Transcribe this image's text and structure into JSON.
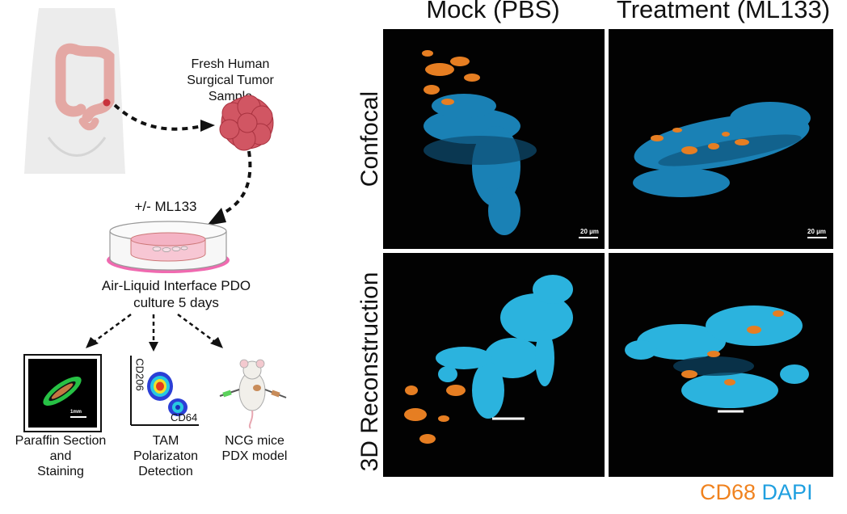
{
  "workflow": {
    "sample_label_line1": "Fresh Human",
    "sample_label_line2": "Surgical Tumor Sample",
    "treatment_label": "+/- ML133",
    "culture_label_line1": "Air-Liquid Interface PDO",
    "culture_label_line2": "culture 5 days",
    "outputs": [
      {
        "line1": "Paraffin Section",
        "line2": "and",
        "line3": "Staining",
        "scale": "1mm"
      },
      {
        "line1": "TAM",
        "line2": "Polarizaton",
        "line3": "Detection",
        "y_axis": "CD206",
        "x_axis": "CD64"
      },
      {
        "line1": "NCG mice",
        "line2": "PDX model"
      }
    ]
  },
  "grid": {
    "columns": [
      "Mock (PBS)",
      "Treatment (ML133)"
    ],
    "rows": [
      "Confocal",
      "3D Reconstruction"
    ],
    "confocal_scale": "20 µm"
  },
  "legend": {
    "cd68": "CD68",
    "dapi": "DAPI",
    "cd68_color": "#f0821e",
    "dapi_color": "#1f9fe0"
  },
  "colors": {
    "dapi_3d": "#2bb3de",
    "tumor": "#d04f5c",
    "dish": "#f06ab0"
  }
}
